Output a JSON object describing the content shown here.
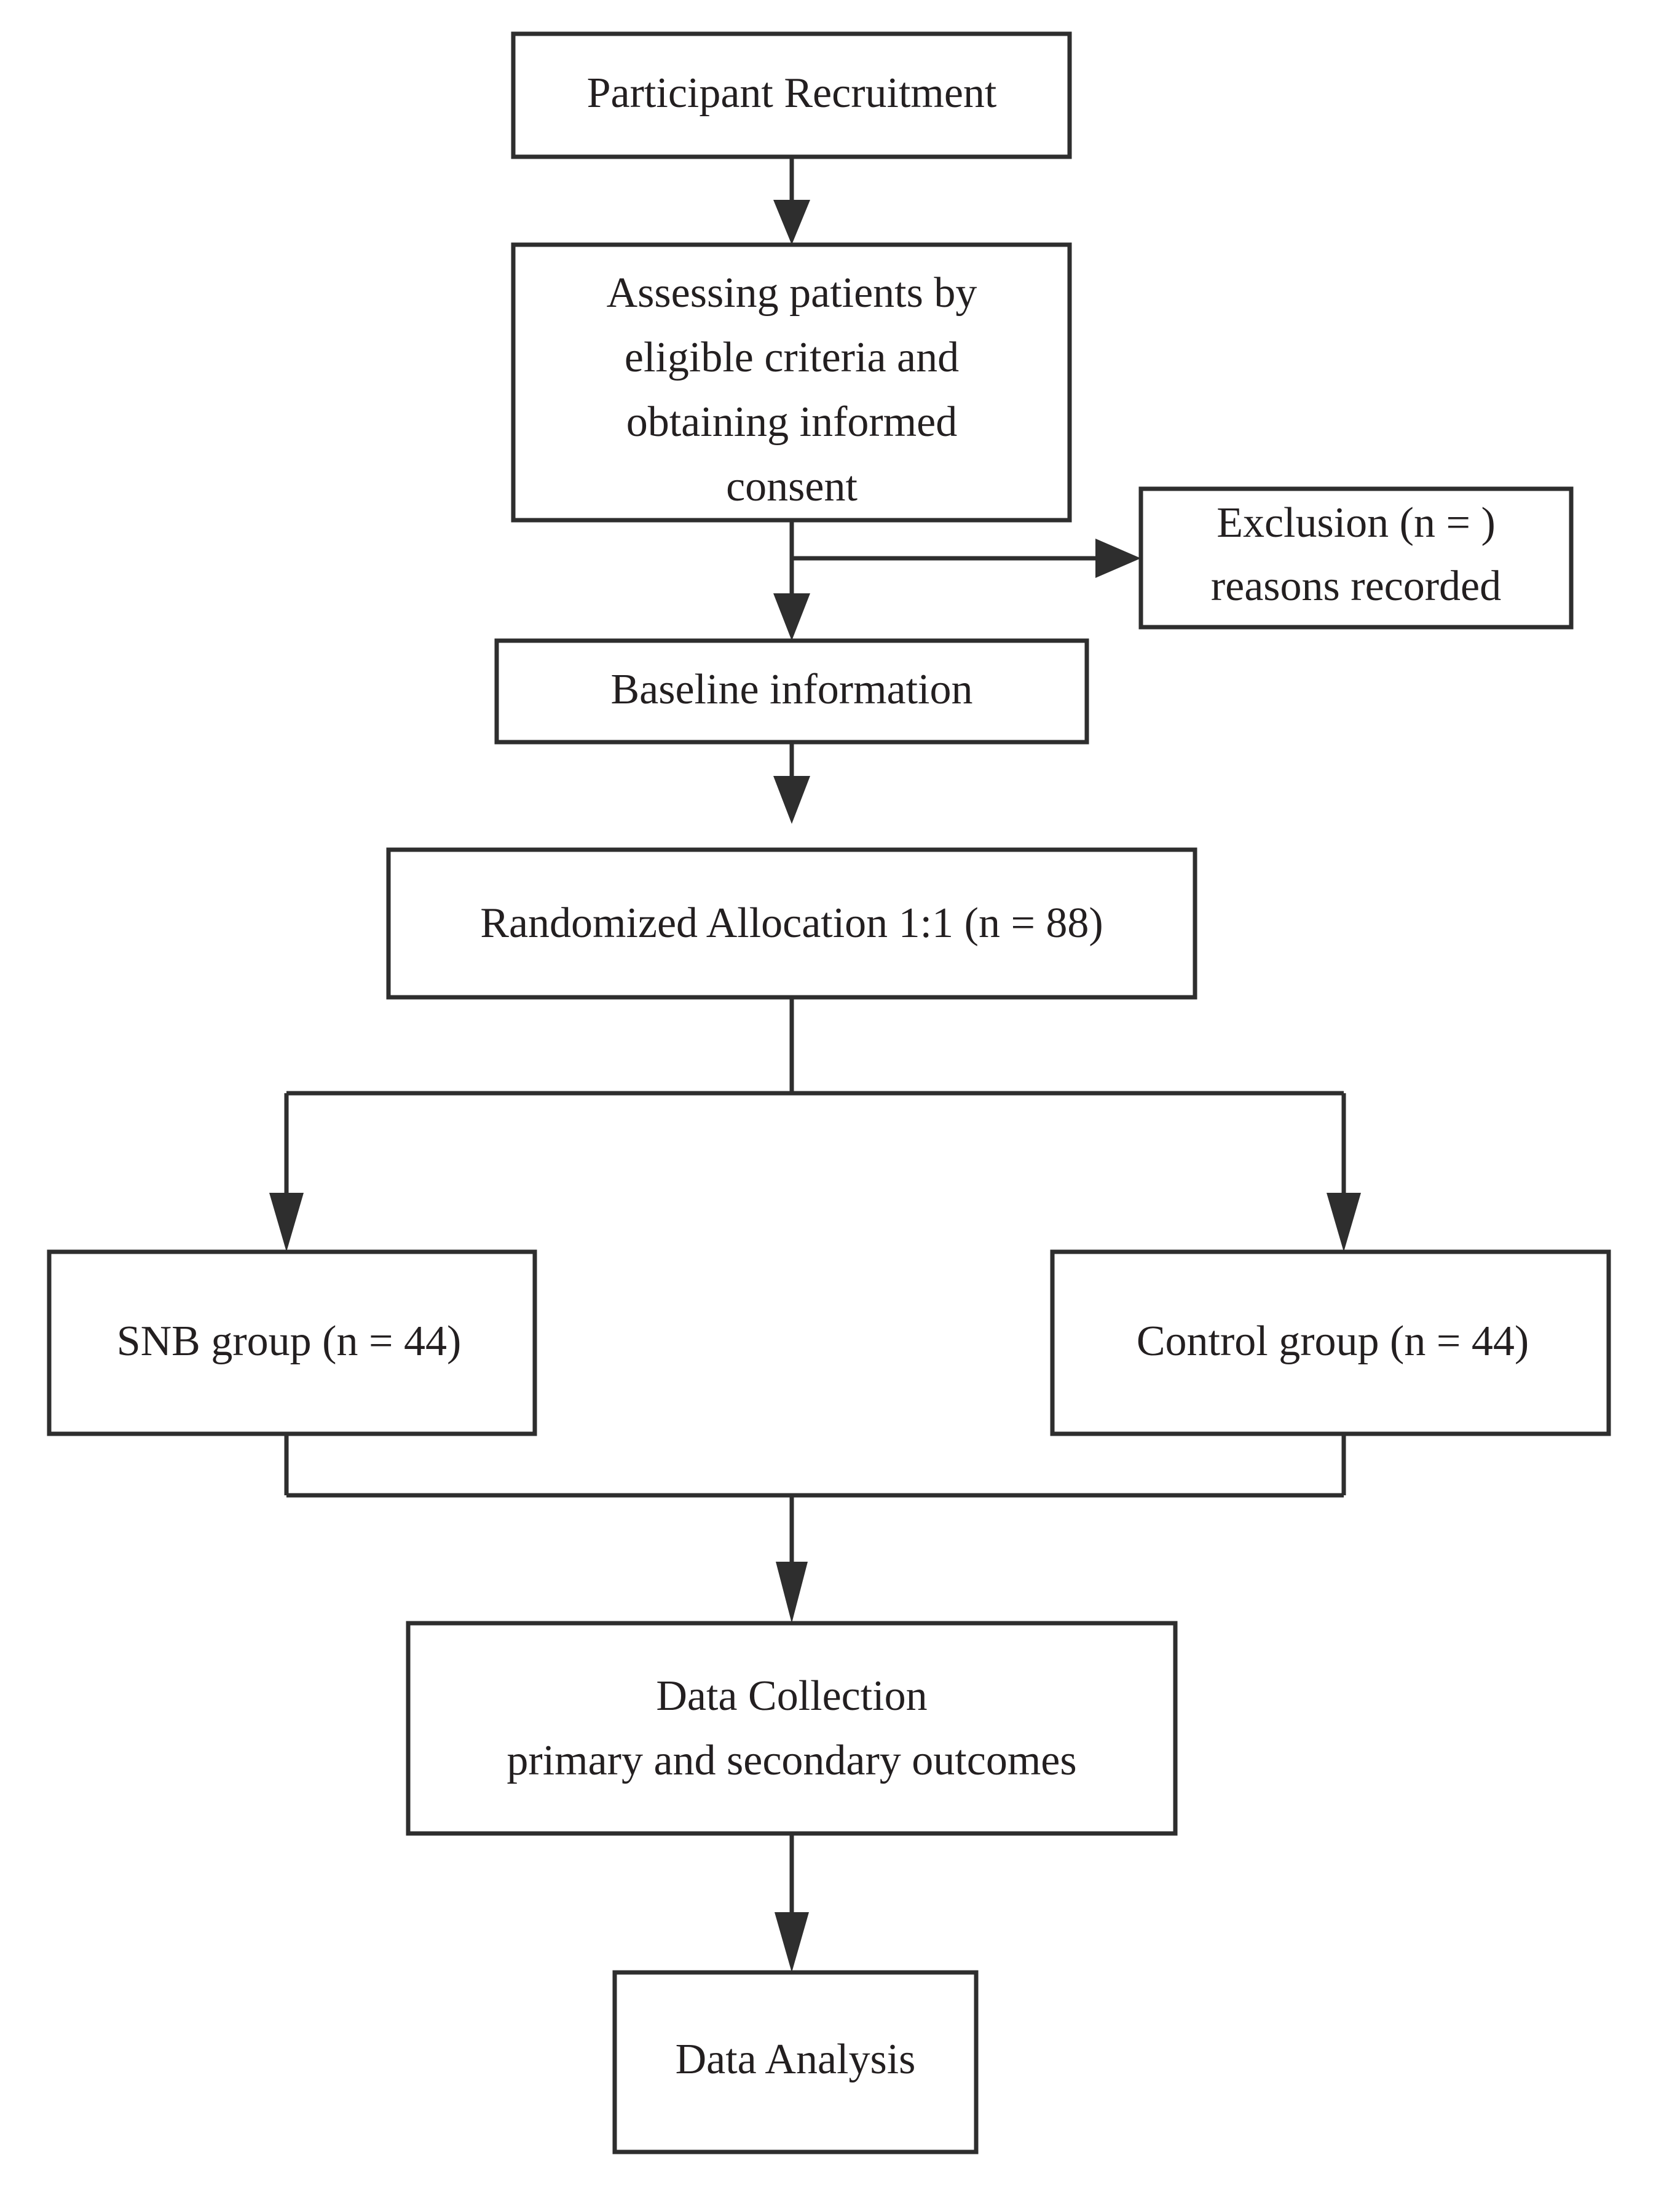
{
  "diagram": {
    "title": "Study flow diagram",
    "type": "flowchart",
    "orientation": "top-to-bottom",
    "colors": {
      "background": "#ffffff",
      "box_border": "#2e2e2e",
      "box_fill": "#ffffff",
      "text": "#231f20",
      "connector": "#2e2e2e"
    },
    "nodes": [
      {
        "id": "participant-recruitment",
        "lines": [
          "Participant Recruitment"
        ]
      },
      {
        "id": "assessing-patients",
        "lines": [
          "Assessing patients by",
          "eligible criteria and",
          "obtaining informed",
          "consent"
        ]
      },
      {
        "id": "exclusion",
        "lines": [
          "Exclusion (n = )",
          "reasons recorded"
        ]
      },
      {
        "id": "baseline-information",
        "lines": [
          "Baseline information"
        ]
      },
      {
        "id": "randomized-allocation",
        "lines": [
          "Randomized Allocation 1:1 (n = 88)"
        ]
      },
      {
        "id": "snb-group",
        "lines": [
          "SNB group (n = 44)"
        ]
      },
      {
        "id": "control-group",
        "lines": [
          "Control group (n = 44)"
        ]
      },
      {
        "id": "data-collection",
        "lines": [
          "Data Collection",
          "primary and secondary outcomes"
        ]
      },
      {
        "id": "data-analysis",
        "lines": [
          "Data Analysis"
        ]
      }
    ],
    "edges": [
      {
        "from": "participant-recruitment",
        "to": "assessing-patients",
        "style": "arrow-down"
      },
      {
        "from": "assessing-patients",
        "to": "exclusion",
        "style": "arrow-right"
      },
      {
        "from": "assessing-patients",
        "to": "baseline-information",
        "style": "arrow-down"
      },
      {
        "from": "baseline-information",
        "to": "randomized-allocation",
        "style": "arrow-down"
      },
      {
        "from": "randomized-allocation",
        "to": "snb-group",
        "style": "split-arrow-down-left"
      },
      {
        "from": "randomized-allocation",
        "to": "control-group",
        "style": "split-arrow-down-right"
      },
      {
        "from": "snb-group",
        "to": "data-collection",
        "style": "merge-arrow-down"
      },
      {
        "from": "control-group",
        "to": "data-collection",
        "style": "merge-arrow-down"
      },
      {
        "from": "data-collection",
        "to": "data-analysis",
        "style": "arrow-down"
      }
    ]
  },
  "text": {
    "participant_recruitment": "Participant Recruitment",
    "assessing_line1": "Assessing patients by",
    "assessing_line2": "eligible criteria and",
    "assessing_line3": "obtaining informed",
    "assessing_line4": "consent",
    "exclusion_line1": "Exclusion (n = )",
    "exclusion_line2": "reasons recorded",
    "baseline_information": "Baseline information",
    "randomized_allocation": "Randomized Allocation 1:1 (n = 88)",
    "snb_group": "SNB group (n = 44)",
    "control_group": "Control group (n = 44)",
    "data_collection_line1": "Data Collection",
    "data_collection_line2": "primary and secondary outcomes",
    "data_analysis": "Data Analysis"
  }
}
